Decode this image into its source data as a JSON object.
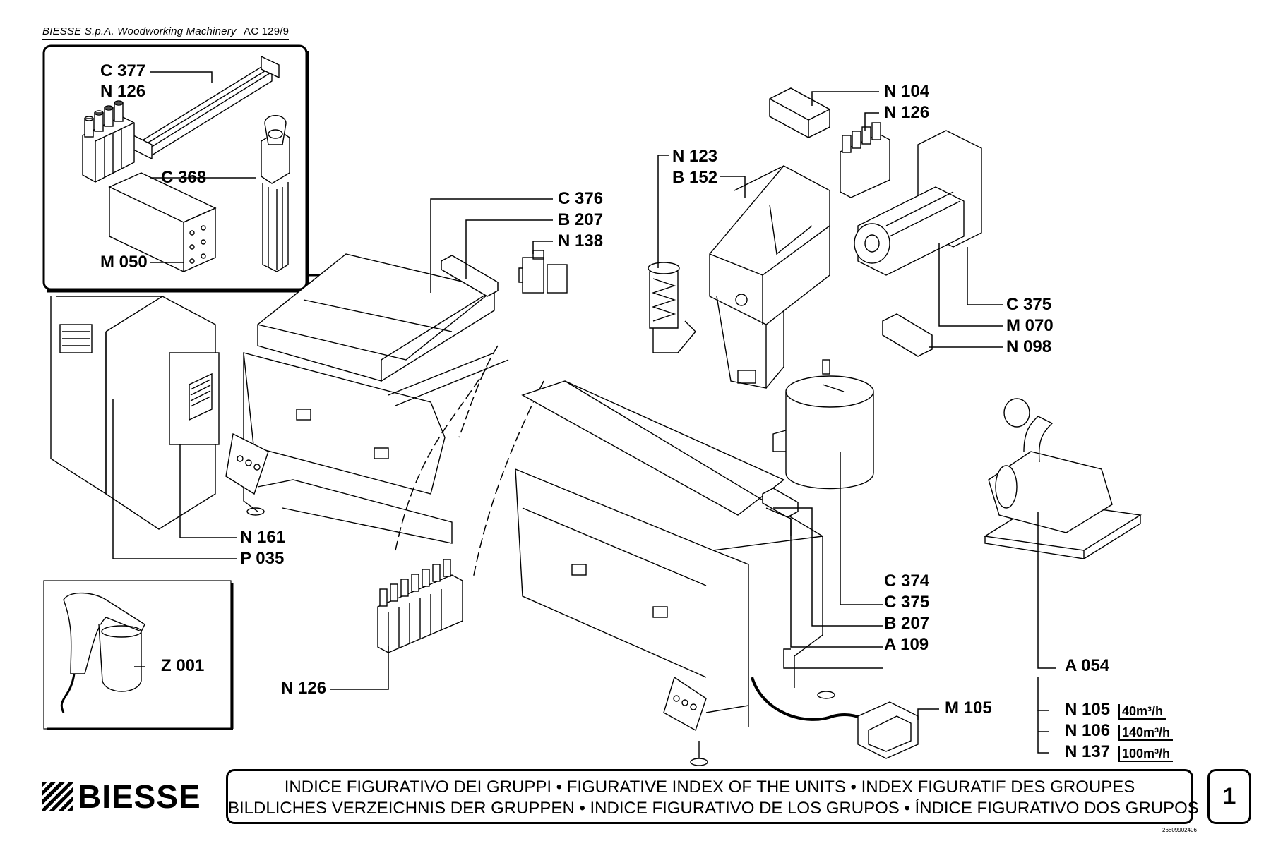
{
  "header": {
    "company": "BIESSE S.p.A. Woodworking Machinery",
    "code": "AC 129/9"
  },
  "labels": {
    "c377": "C 377",
    "n126_inset": "N 126",
    "c368": "C 368",
    "m050": "M 050",
    "c376": "C 376",
    "b207_top": "B 207",
    "n138": "N 138",
    "n123": "N 123",
    "b152": "B 152",
    "n104": "N 104",
    "n126_top": "N 126",
    "c375_top": "C 375",
    "m070": "M 070",
    "n098": "N 098",
    "n161": "N 161",
    "p035": "P 035",
    "c374": "C 374",
    "c375_mid": "C 375",
    "b207_mid": "B 207",
    "a109": "A 109",
    "a054": "A 054",
    "z001": "Z 001",
    "n126_bottom": "N 126",
    "m105": "M 105",
    "n105": "N 105",
    "n106": "N 106",
    "n137": "N 137"
  },
  "flow_rates": {
    "n105": "40m³/h",
    "n106": "140m³/h",
    "n137": "100m³/h"
  },
  "logo": "BIESSE",
  "title": {
    "line1": "INDICE FIGURATIVO DEI GRUPPI   •   FIGURATIVE INDEX OF THE UNITS  •  INDEX FIGURATIF DES GROUPES",
    "line2": "BILDLICHES VERZEICHNIS DER GRUPPEN • INDICE FIGURATIVO DE LOS GRUPOS  •  ÍNDICE FIGURATIVO DOS GRUPOS"
  },
  "page_number": "1",
  "doc_number": "26809902406"
}
